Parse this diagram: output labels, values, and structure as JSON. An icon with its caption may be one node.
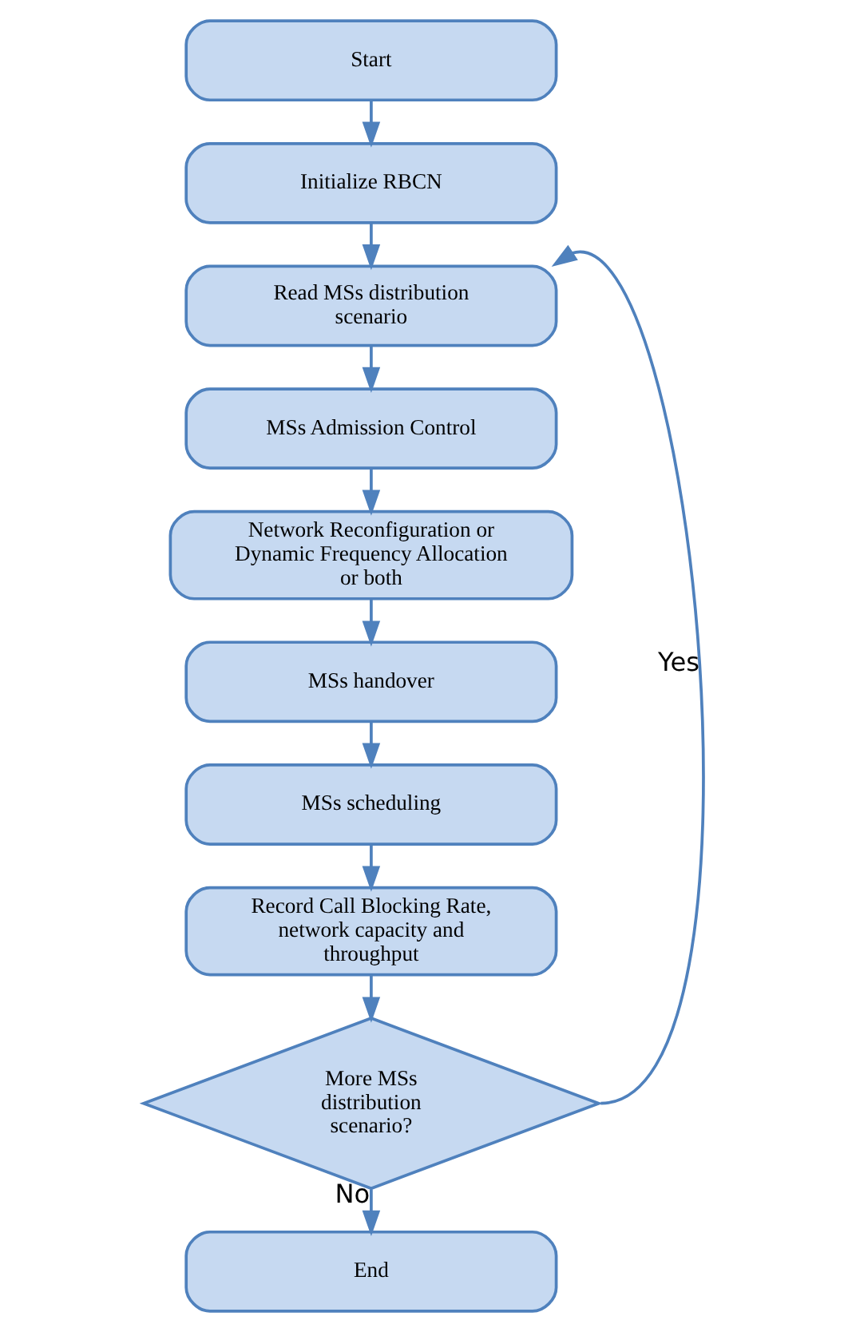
{
  "diagram": {
    "nodes": [
      {
        "text": [
          "Start"
        ]
      },
      {
        "text": [
          "Initialize RBCN"
        ]
      },
      {
        "text": [
          "Read MSs distribution scenario"
        ]
      },
      {
        "text": [
          "MSs Admission Control"
        ]
      },
      {
        "text": [
          "Network Reconfiguration or Dynamic Frequency Allocation or both"
        ]
      },
      {
        "text": [
          "MSs handover"
        ]
      },
      {
        "text": [
          "MSs scheduling"
        ]
      },
      {
        "text": [
          "Record Call Blocking Rate, network capacity and throughput"
        ]
      },
      {
        "text": [
          "More MSs distribution scenario?"
        ]
      },
      {
        "text": [
          "End"
        ]
      }
    ],
    "edges": [
      {
        "from": 0,
        "to": 1,
        "arrow": "to"
      },
      {
        "from": 1,
        "to": 2,
        "arrow": "to"
      },
      {
        "from": 2,
        "to": 3,
        "arrow": "to"
      },
      {
        "from": 3,
        "to": 4,
        "arrow": "to"
      },
      {
        "from": 4,
        "to": 5,
        "arrow": "to"
      },
      {
        "from": 5,
        "to": 6,
        "arrow": "to"
      },
      {
        "from": 6,
        "to": 7,
        "arrow": "to"
      },
      {
        "from": 7,
        "to": 8,
        "arrow": "to"
      },
      {
        "from": 8,
        "to": 9,
        "label": "No",
        "arrow": "to"
      },
      {
        "from": 8,
        "to": 2,
        "label": "Yes",
        "arrow": "to"
      }
    ]
  }
}
